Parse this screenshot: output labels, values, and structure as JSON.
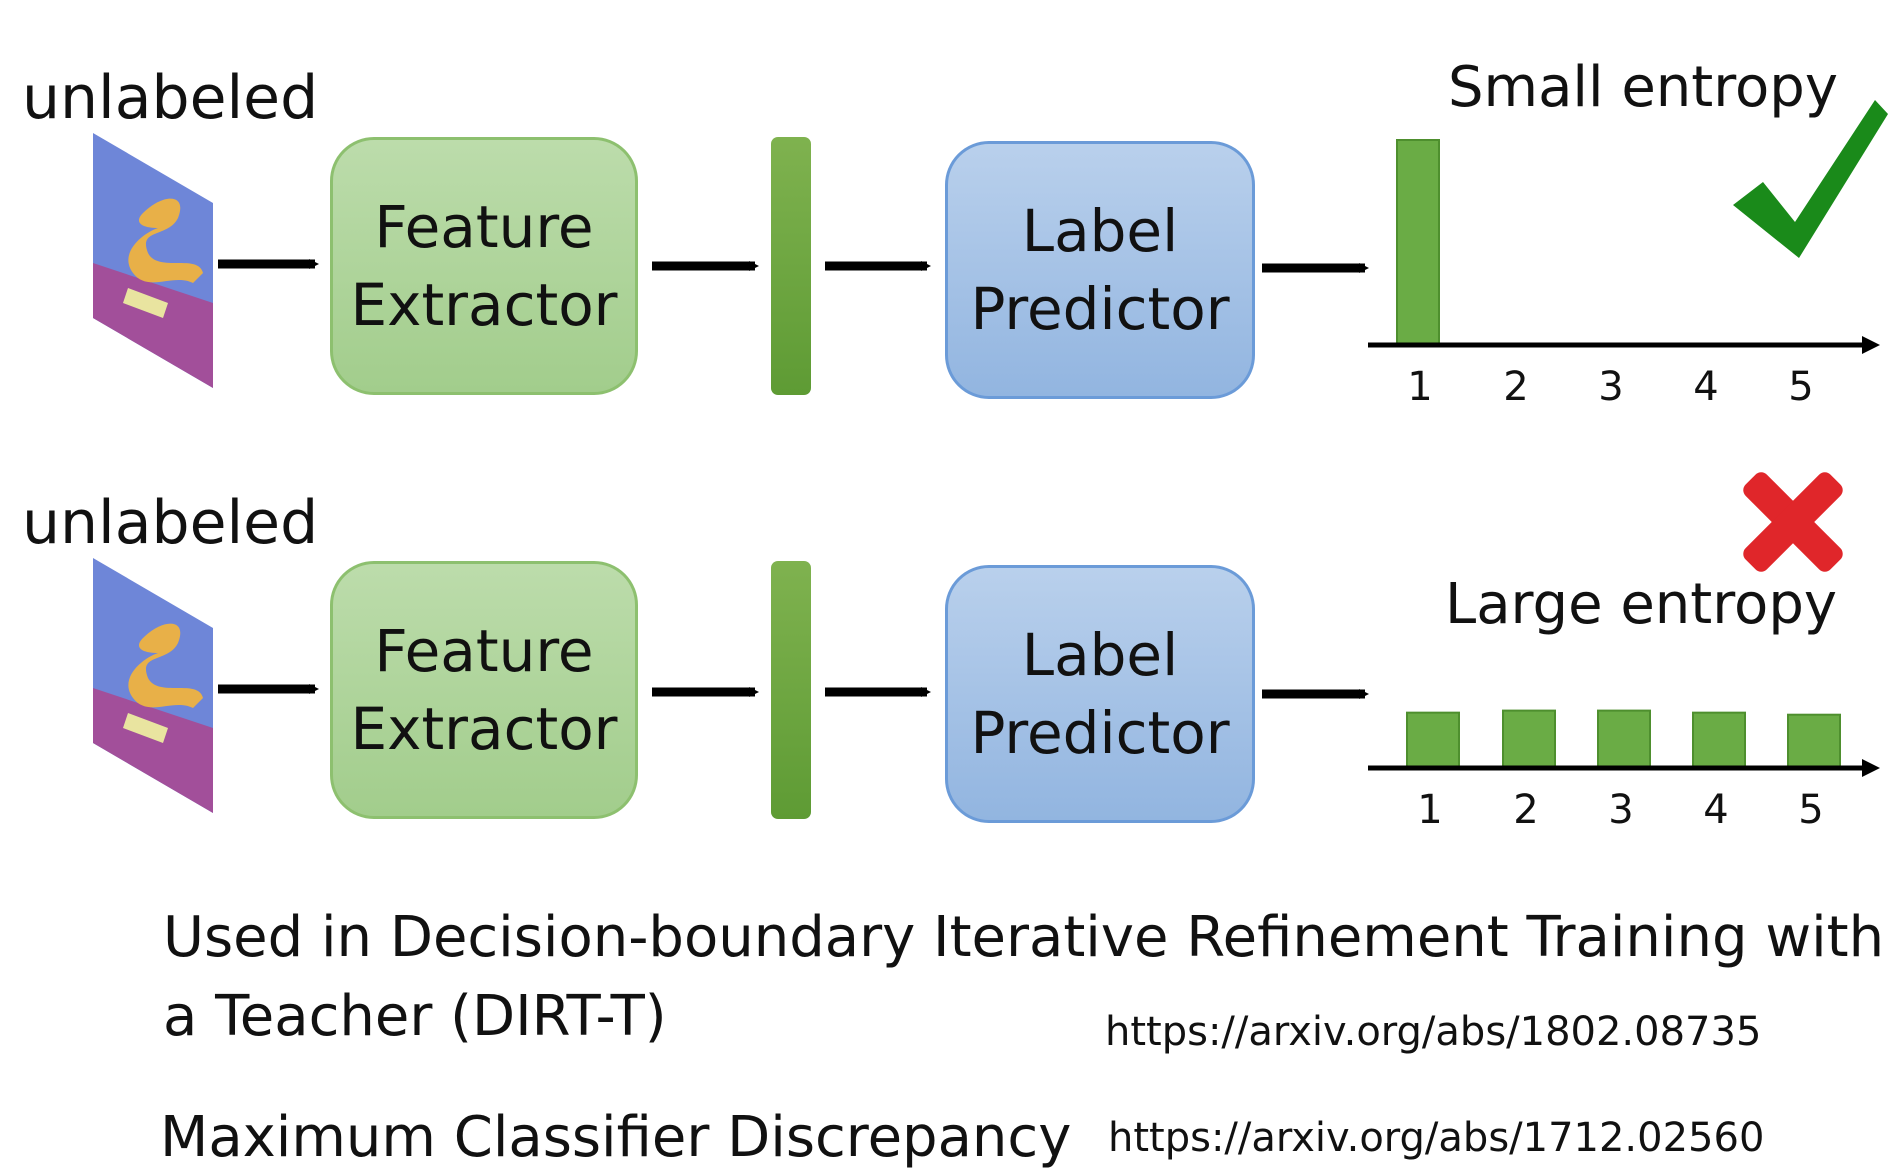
{
  "rows": [
    {
      "input_label": "unlabeled",
      "feature_extractor": {
        "line1": "Feature",
        "line2": "Extractor"
      },
      "label_predictor": {
        "line1": "Label",
        "line2": "Predictor"
      },
      "entropy_label": "Small entropy",
      "verdict_icon": "check-icon",
      "chart_data": {
        "type": "bar",
        "categories": [
          "1",
          "2",
          "3",
          "4",
          "5"
        ],
        "values": [
          1.0,
          0,
          0,
          0,
          0
        ],
        "ylim": [
          0,
          1
        ]
      }
    },
    {
      "input_label": "unlabeled",
      "feature_extractor": {
        "line1": "Feature",
        "line2": "Extractor"
      },
      "label_predictor": {
        "line1": "Label",
        "line2": "Predictor"
      },
      "entropy_label": "Large entropy",
      "verdict_icon": "cross-icon",
      "chart_data": {
        "type": "bar",
        "categories": [
          "1",
          "2",
          "3",
          "4",
          "5"
        ],
        "values": [
          0.27,
          0.28,
          0.28,
          0.27,
          0.26
        ],
        "ylim": [
          0,
          1
        ]
      }
    }
  ],
  "methods": [
    {
      "text_line1": "Used in Decision-boundary Iterative Refinement Training with",
      "text_line2": "a Teacher (DIRT-T)",
      "url": "https://arxiv.org/abs/1802.08735"
    },
    {
      "text_line1": "Maximum Classifier Discrepancy",
      "url": "https://arxiv.org/abs/1712.02560"
    }
  ],
  "colors": {
    "bar": "#6aac45",
    "bar_edge": "#4e8f2e",
    "check": "#1a8a1a",
    "cross": "#e0262a"
  }
}
